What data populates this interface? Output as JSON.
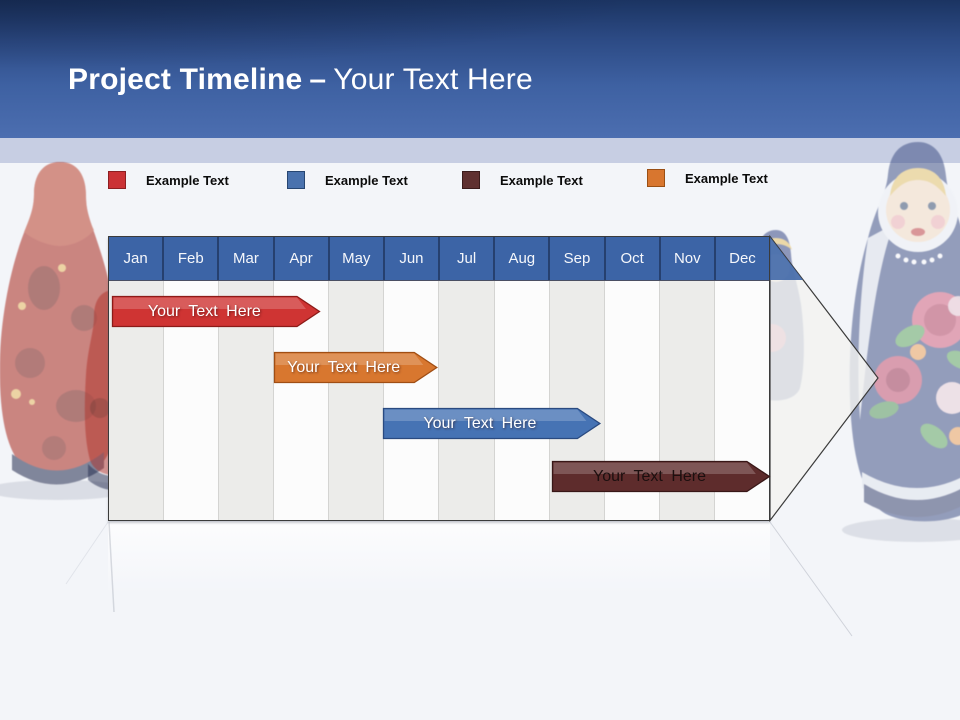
{
  "header": {
    "title_bold": "Project Timeline",
    "dash": "–",
    "title_light": "Your Text Here",
    "band_top_color": "#1b3462",
    "band_bottom_color": "#4c6eb0",
    "strip_color": "#c7cee3"
  },
  "legend": {
    "items": [
      {
        "label": "Example Text",
        "color": "#cb3236",
        "border": "#8d1f22"
      },
      {
        "label": "Example Text",
        "color": "#4a72ae",
        "border": "#274672"
      },
      {
        "label": "Example Text",
        "color": "#5f3030",
        "border": "#3a1b1b"
      },
      {
        "label": "Example Text",
        "color": "#d8762f",
        "border": "#9a4f14"
      }
    ]
  },
  "timeline": {
    "months": [
      "Jan",
      "Feb",
      "Mar",
      "Apr",
      "May",
      "Jun",
      "Jul",
      "Aug",
      "Sep",
      "Oct",
      "Nov",
      "Dec"
    ],
    "header_bg": "#3c64a6",
    "header_divider": "#26406f",
    "arrow_fill": "#f2f2f0",
    "bars": [
      {
        "label": "Your Text Here",
        "color": "#cf3433",
        "border": "#8c1b18",
        "text_color": "#ffffff",
        "start": 0.07,
        "end": 3.84,
        "start_month": "Jan",
        "end_month": "Apr"
      },
      {
        "label": "Your Text Here",
        "color": "#d8772f",
        "border": "#a04e14",
        "text_color": "#ffffff",
        "start": 3.0,
        "end": 5.96,
        "start_month": "Apr",
        "end_month": "Jun"
      },
      {
        "label": "Your Text Here",
        "color": "#4673b4",
        "border": "#2a4a80",
        "text_color": "#ffffff",
        "start": 4.98,
        "end": 8.92,
        "start_month": "Jun",
        "end_month": "Sep"
      },
      {
        "label": "Your Text Here",
        "color": "#5e2c2c",
        "border": "#381717",
        "text_color": "#1c0f0f",
        "start": 8.05,
        "end": 12.0,
        "start_month": "Sep",
        "end_month": "Dec"
      }
    ]
  },
  "decor": {
    "left_image": "red-matryoshka-dolls",
    "right_image": "blue-matryoshka-dolls"
  }
}
